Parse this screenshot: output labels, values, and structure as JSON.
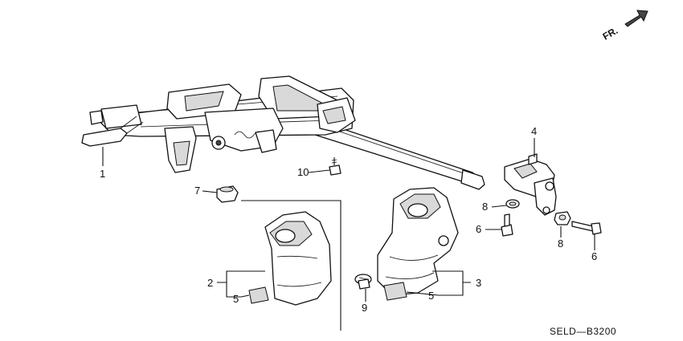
{
  "orientation": {
    "arrow_label": "FR."
  },
  "callouts": {
    "c1": "1",
    "c2": "2",
    "c3": "3",
    "c4": "4",
    "c5_left": "5",
    "c5_right": "5",
    "c6_bolt": "6",
    "c6_bolt_long": "6",
    "c7": "7",
    "c8_upper": "8",
    "c8_lower": "8",
    "c9": "9",
    "c10": "10"
  },
  "diagram_code": "SELD—B3200"
}
